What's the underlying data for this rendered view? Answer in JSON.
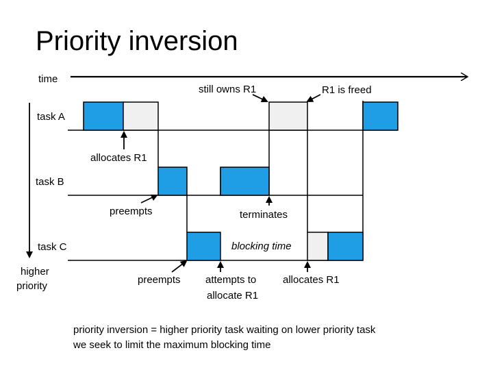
{
  "title": "Priority inversion",
  "axis": {
    "time_label": "time",
    "priority_label_line1": "higher",
    "priority_label_line2": "priority"
  },
  "tasks": {
    "a": "task A",
    "b": "task B",
    "c": "task C"
  },
  "annotations": {
    "still_owns": "still owns R1",
    "r1_freed": "R1 is freed",
    "allocates_a": "allocates R1",
    "preempts_b": "preempts",
    "terminates": "terminates",
    "blocking_time": "blocking time",
    "preempts_c": "preempts",
    "attempts_line1": "attempts to",
    "attempts_line2": "allocate R1",
    "allocates_c": "allocates R1"
  },
  "footer": {
    "line1": "priority inversion = higher priority task waiting on lower priority task",
    "line2": "we seek to limit the maximum blocking time"
  },
  "colors": {
    "running": "#1f9ee6",
    "holding_resource": "#f0f0f0",
    "outline": "#000000"
  }
}
